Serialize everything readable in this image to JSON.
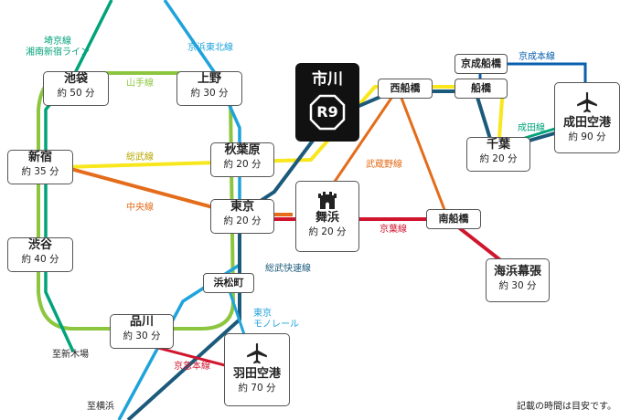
{
  "colors": {
    "yamanote": "#8CC63F",
    "saikyo": "#00A37A",
    "keihin": "#1FA3DB",
    "sobu": "#F8E71C",
    "chuo": "#E46C1A",
    "sobu_rapid": "#1C5A7B",
    "keiyo": "#D0162F",
    "musashino": "#E46C1A",
    "keisei": "#0A5FAE",
    "narita": "#00A37A",
    "keikyu": "#D0162F",
    "monorail": "#1FA3DB"
  },
  "center": {
    "name": "市川",
    "code": "R9"
  },
  "stations": {
    "ikebukuro": {
      "name": "池袋",
      "time": "約 50 分"
    },
    "ueno": {
      "name": "上野",
      "time": "約 30 分"
    },
    "shinjuku": {
      "name": "新宿",
      "time": "約 35 分"
    },
    "akihabara": {
      "name": "秋葉原",
      "time": "約 20 分"
    },
    "tokyo": {
      "name": "東京",
      "time": "約 20 分"
    },
    "shibuya": {
      "name": "渋谷",
      "time": "約 40 分"
    },
    "shinagawa": {
      "name": "品川",
      "time": "約 30 分"
    },
    "maihama": {
      "name": "舞浜",
      "time": "約 20 分"
    },
    "chiba": {
      "name": "千葉",
      "time": "約 20 分"
    },
    "narita": {
      "name": "成田空港",
      "time": "約 90 分"
    },
    "kaihin": {
      "name": "海浜幕張",
      "time": "約 30 分"
    },
    "haneda": {
      "name": "羽田空港",
      "time": "約 70 分"
    }
  },
  "small_stations": {
    "nishifunabashi": "西船橋",
    "keiseifunabashi": "京成船橋",
    "funabashi": "船橋",
    "minamifunabashi": "南船橋",
    "hamamatsucho": "浜松町"
  },
  "line_labels": {
    "saikyo": "埼京線\n湘南新宿ライン",
    "keihin": "京浜東北線",
    "yamanote": "山手線",
    "sobu": "総武線",
    "chuo": "中央線",
    "musashino": "武蔵野線",
    "keiyo": "京葉線",
    "sobu_rapid": "総武快速線",
    "monorail": "東京\nモノレール",
    "keikyu": "京急本線",
    "keisei": "京成本線",
    "narita": "成田線",
    "to_shinkiba": "至新木場",
    "to_yokohama": "至横浜"
  },
  "footnote": "記載の時間は目安です。"
}
